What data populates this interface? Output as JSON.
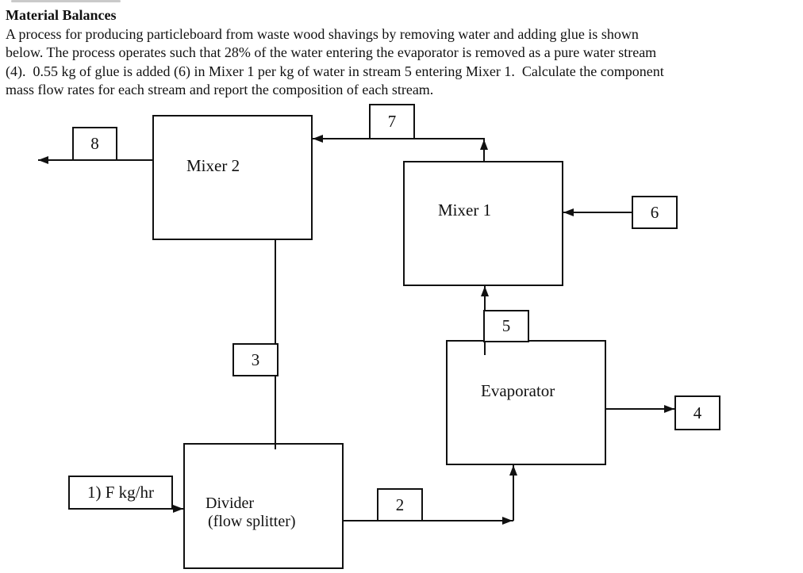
{
  "document": {
    "title": "Material Balances",
    "body_lines": [
      "A process for producing particleboard from waste wood shavings by removing water and adding glue is shown",
      "below. The process operates such that 28% of the water entering the evaporator is removed as a pure water stream",
      "(4).  0.55 kg of glue is added (6) in Mixer 1 per kg of water in stream 5 entering Mixer 1.  Calculate the component",
      "mass flow rates for each stream and report the composition of each stream."
    ]
  },
  "diagram": {
    "units": {
      "mixer2": "Mixer 2",
      "mixer1": "Mixer 1",
      "evaporator": "Evaporator",
      "divider_line1": "Divider",
      "divider_line2": "(flow splitter)"
    },
    "stream_labels": {
      "s1": "1) F kg/hr",
      "s2": "2",
      "s3": "3",
      "s4": "4",
      "s5": "5",
      "s6": "6",
      "s7": "7",
      "s8": "8"
    },
    "colors": {
      "ink": "#111111",
      "paper": "#ffffff"
    }
  }
}
